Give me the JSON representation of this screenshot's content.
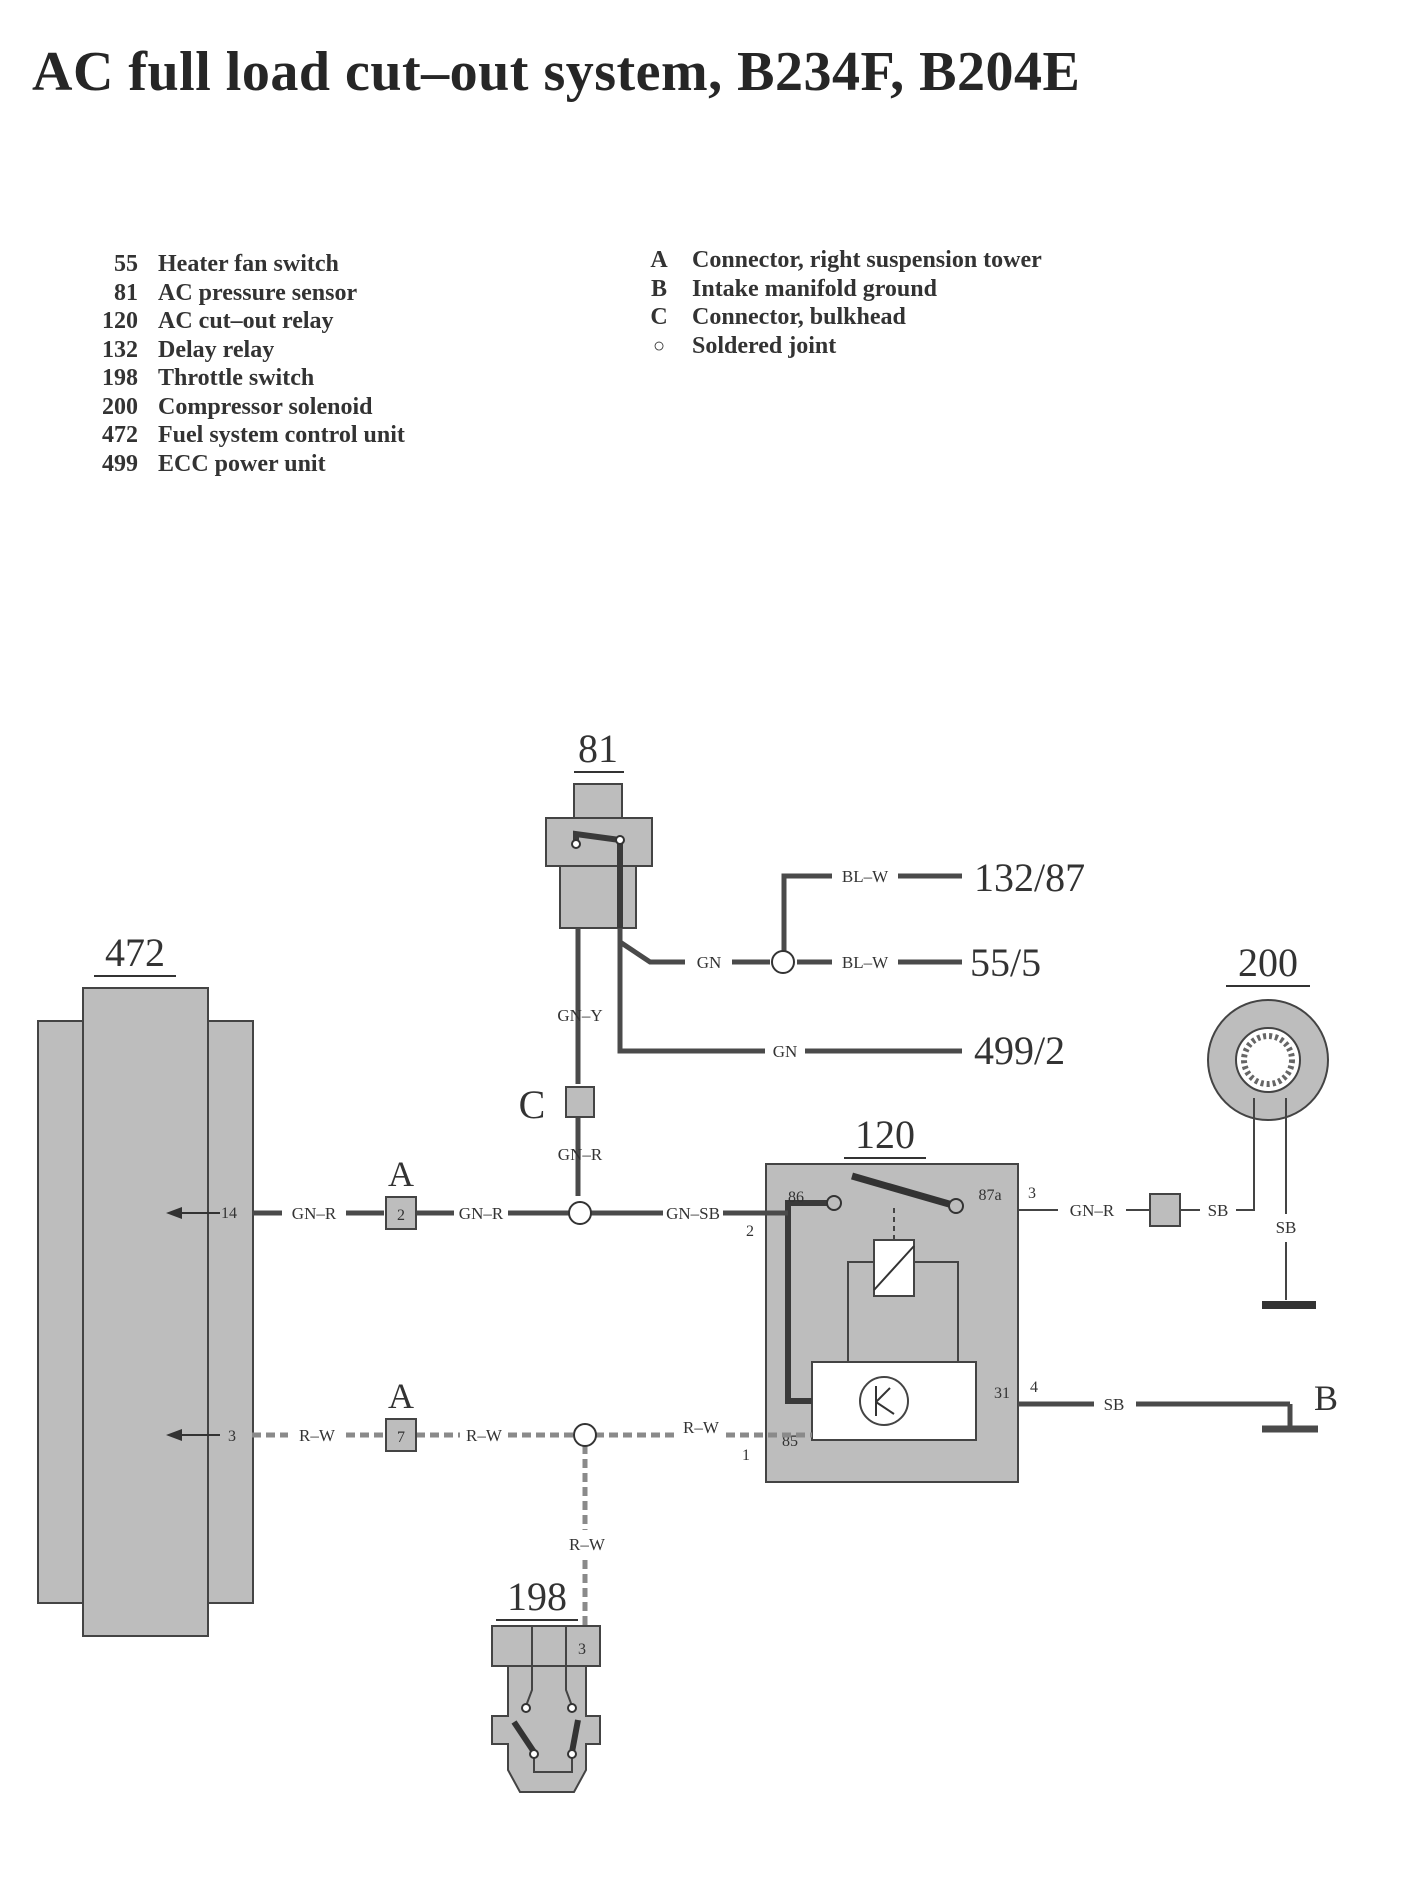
{
  "title": "AC full load cut–out system, B234F, B204E",
  "legend_components": [
    {
      "id": "55",
      "label": "Heater fan switch"
    },
    {
      "id": "81",
      "label": "AC pressure sensor"
    },
    {
      "id": "120",
      "label": "AC cut–out relay"
    },
    {
      "id": "132",
      "label": "Delay relay"
    },
    {
      "id": "198",
      "label": "Throttle switch"
    },
    {
      "id": "200",
      "label": "Compressor solenoid"
    },
    {
      "id": "472",
      "label": "Fuel system control unit"
    },
    {
      "id": "499",
      "label": "ECC power unit"
    }
  ],
  "legend_connectors": [
    {
      "id": "A",
      "label": "Connector, right suspension tower"
    },
    {
      "id": "B",
      "label": "Intake manifold ground"
    },
    {
      "id": "C",
      "label": "Connector, bulkhead"
    },
    {
      "id": "○",
      "label": "Soldered joint"
    }
  ],
  "diagram": {
    "component_labels": {
      "c81": "81",
      "c472": "472",
      "c200": "200",
      "c120": "120",
      "c198": "198",
      "connector_A_upper": "A",
      "connector_A_lower": "A",
      "connector_B": "B",
      "connector_C": "C"
    },
    "destinations": {
      "d132": "132/87",
      "d55": "55/5",
      "d499": "499/2"
    },
    "wire_labels": {
      "bl_w_upper": "BL–W",
      "gn_sensor": "GN",
      "bl_w_lower": "BL–W",
      "gn_499": "GN",
      "gn_y": "GN–Y",
      "gn_r_vertical": "GN–R",
      "gn_r_left": "GN–R",
      "gn_r_mid": "GN–R",
      "gn_sb": "GN–SB",
      "gn_r_right": "GN–R",
      "sb_to_200": "SB",
      "sb_200_ground": "SB",
      "sb_to_b": "SB",
      "r_w_left": "R–W",
      "r_w_mid": "R–W",
      "r_w_right": "R–W",
      "r_w_198": "R–W"
    },
    "pin_labels": {
      "p472_14": "14",
      "p472_3": "3",
      "pA_2": "2",
      "pA_7": "7",
      "p120_86": "86",
      "p120_87a": "87a",
      "p120_31": "31",
      "p120_85": "85",
      "p120_ext_2": "2",
      "p120_ext_1": "1",
      "p120_ext_3": "3",
      "p120_ext_4": "4",
      "p198_3": "3"
    },
    "colors": {
      "component_fill": "#bdbdbd",
      "wire": "#4a4a4a",
      "outline": "#444444"
    }
  }
}
